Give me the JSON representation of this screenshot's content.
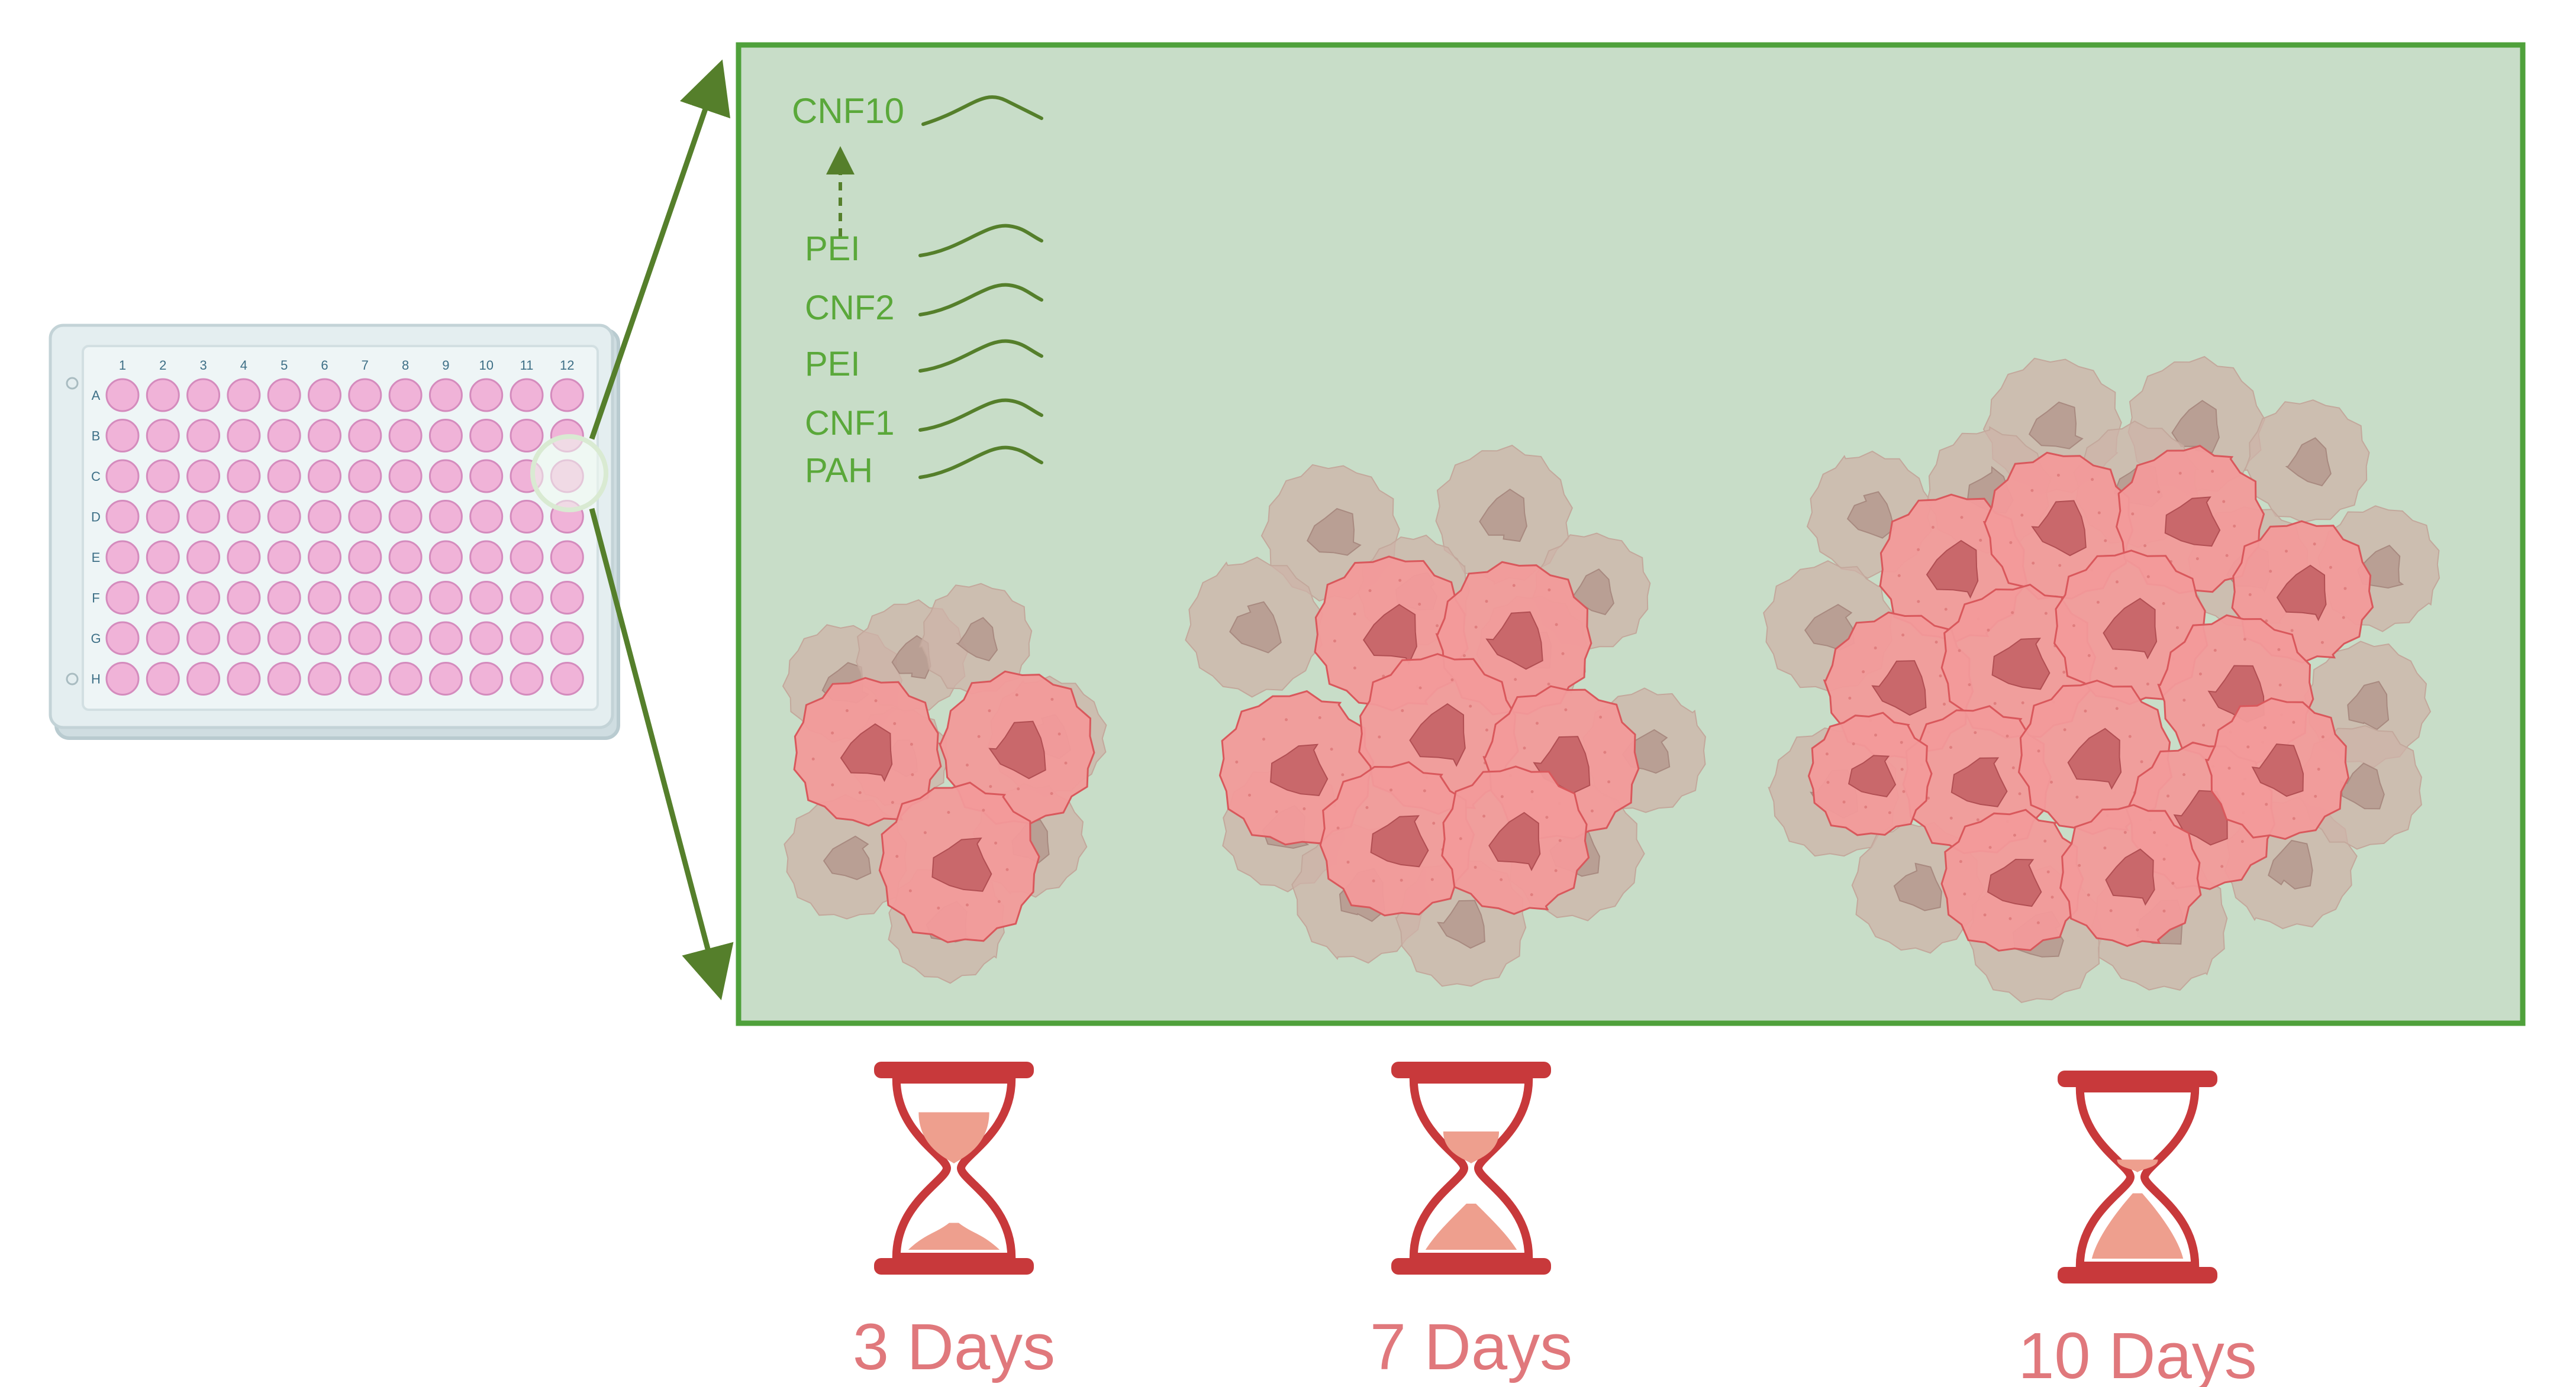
{
  "plate": {
    "columns": [
      "1",
      "2",
      "3",
      "4",
      "5",
      "6",
      "7",
      "8",
      "9",
      "10",
      "11",
      "12"
    ],
    "rows": [
      "A",
      "B",
      "C",
      "D",
      "E",
      "F",
      "G",
      "H"
    ]
  },
  "layers": {
    "top": "CNF10",
    "list": [
      "PEI",
      "CNF2",
      "PEI",
      "CNF1",
      "PAH"
    ]
  },
  "timepoints": [
    {
      "label": "3 Days",
      "sand_fraction_bottom": 0.35
    },
    {
      "label": "7 Days",
      "sand_fraction_bottom": 0.6
    },
    {
      "label": "10 Days",
      "sand_fraction_bottom": 0.85
    }
  ],
  "colors": {
    "plate_body": "#dbe7ea",
    "well": "#f0b3d8",
    "panel_fill": "#c8ddc8",
    "panel_border": "#4fa13b",
    "arrow": "#557f2b",
    "label_green": "#5aa83a",
    "cell_pink": "#f29a9a",
    "nucleus": "#c9686b",
    "cell_faded": "#cfb6ab",
    "hourglass_red": "#c8393b",
    "sand": "#ee9f8e",
    "days_text": "#e0787c"
  }
}
